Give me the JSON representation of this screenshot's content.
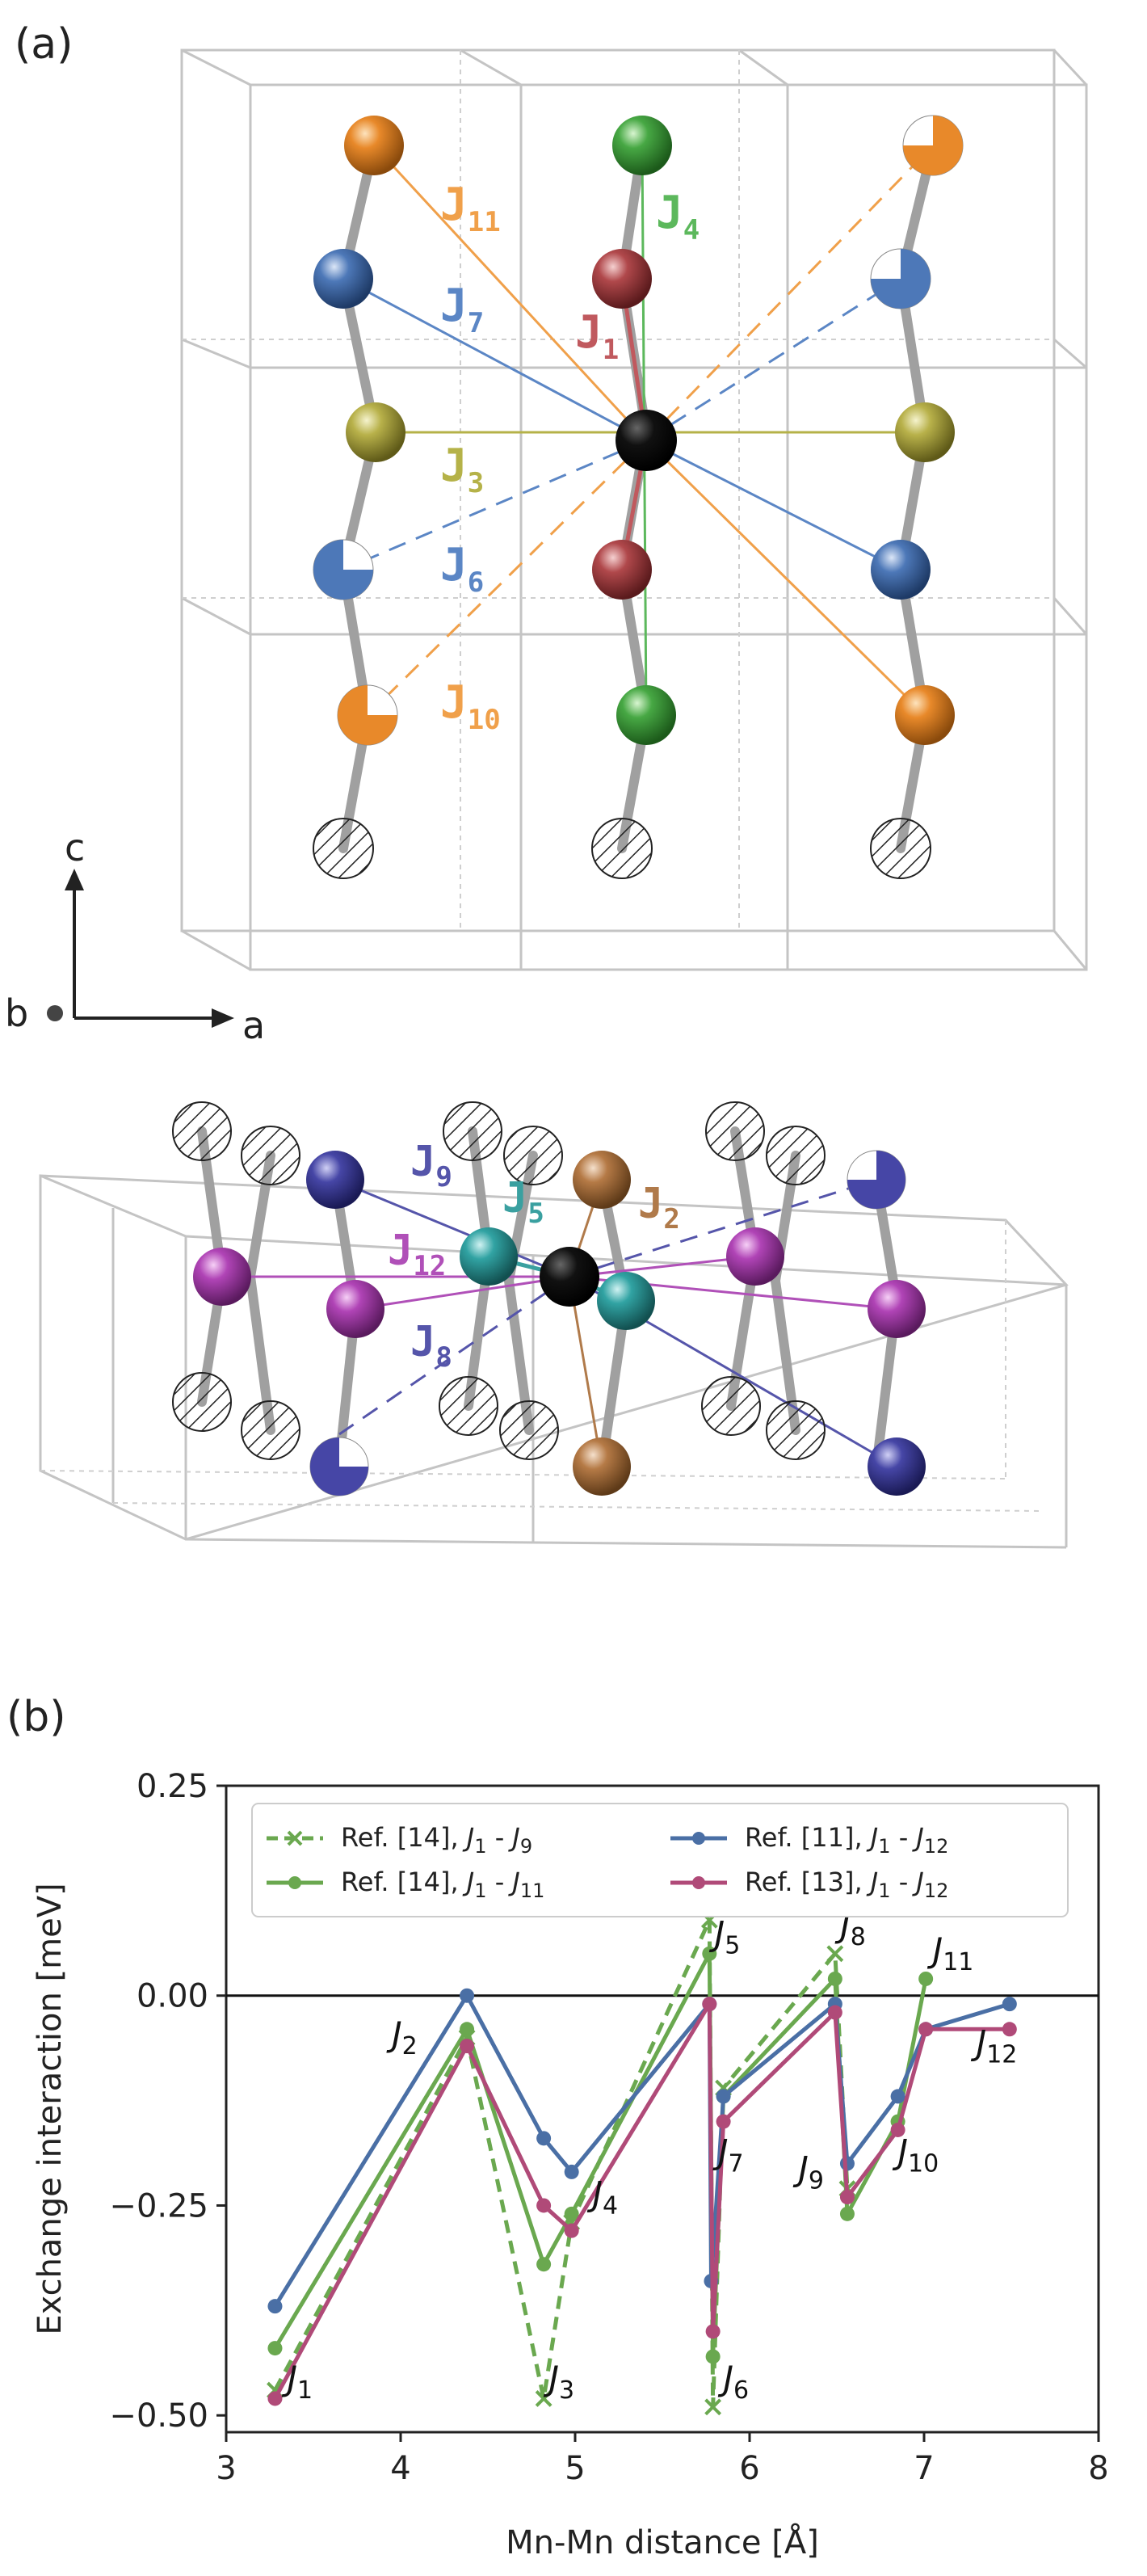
{
  "panel_a_label": "(a)",
  "panel_b_label": "(b)",
  "axes_labels": {
    "c": "c",
    "a": "a",
    "b": "b"
  },
  "crystal_top_labels": [
    {
      "name": "J",
      "sub": "11",
      "color": "#f0a04a"
    },
    {
      "name": "J",
      "sub": "4",
      "color": "#5cb85c"
    },
    {
      "name": "J",
      "sub": "7",
      "color": "#5b86c5"
    },
    {
      "name": "J",
      "sub": "1",
      "color": "#c0595e"
    },
    {
      "name": "J",
      "sub": "3",
      "color": "#b5b248"
    },
    {
      "name": "J",
      "sub": "6",
      "color": "#5b86c5"
    },
    {
      "name": "J",
      "sub": "10",
      "color": "#f0a04a"
    }
  ],
  "crystal_bottom_labels": [
    {
      "name": "J",
      "sub": "9",
      "color": "#5555aa"
    },
    {
      "name": "J",
      "sub": "5",
      "color": "#3aa0a0"
    },
    {
      "name": "J",
      "sub": "2",
      "color": "#b07a4a"
    },
    {
      "name": "J",
      "sub": "12",
      "color": "#b050b8"
    },
    {
      "name": "J",
      "sub": "8",
      "color": "#5555aa"
    }
  ],
  "chart_data": {
    "type": "line",
    "xlabel": "Mn-Mn distance [Å]",
    "ylabel": "Exchange interaction [meV]",
    "xlim": [
      3,
      8
    ],
    "ylim": [
      -0.52,
      0.25
    ],
    "xticks": [
      3,
      4,
      5,
      6,
      7,
      8
    ],
    "xtick_labels": [
      "3",
      "4",
      "5",
      "6",
      "7",
      "8"
    ],
    "yticks": [
      0.25,
      0.0,
      -0.25,
      -0.5
    ],
    "ytick_labels": [
      "0.25",
      "0.00",
      "−0.25",
      "−0.50"
    ],
    "legend_position": "top",
    "series": [
      {
        "name": "Ref. [14], J1 - J9",
        "legend_main": "Ref. [14], ",
        "legend_j1": "J",
        "legend_s1": "1",
        "legend_mid": " - ",
        "legend_j2": "J",
        "legend_s2": "9",
        "color": "#6aa84f",
        "dash": true,
        "marker": "x",
        "x": [
          3.28,
          4.38,
          4.82,
          4.98,
          5.77,
          5.79,
          5.85,
          6.49,
          6.56
        ],
        "y": [
          -0.47,
          -0.05,
          -0.48,
          -0.27,
          0.09,
          -0.49,
          -0.11,
          0.05,
          -0.23
        ]
      },
      {
        "name": "Ref. [14], J1 - J11",
        "legend_main": "Ref. [14], ",
        "legend_j1": "J",
        "legend_s1": "1",
        "legend_mid": " - ",
        "legend_j2": "J",
        "legend_s2": "11",
        "color": "#6aa84f",
        "dash": false,
        "marker": "o",
        "x": [
          3.28,
          4.38,
          4.82,
          4.98,
          5.77,
          5.79,
          5.85,
          6.49,
          6.56,
          6.85,
          7.01
        ],
        "y": [
          -0.42,
          -0.04,
          -0.32,
          -0.26,
          0.05,
          -0.43,
          -0.12,
          0.02,
          -0.26,
          -0.15,
          0.02
        ]
      },
      {
        "name": "Ref. [11], J1 - J12",
        "legend_main": "Ref. [11], ",
        "legend_j1": "J",
        "legend_s1": "1",
        "legend_mid": " - ",
        "legend_j2": "J",
        "legend_s2": "12",
        "color": "#4a6fa5",
        "dash": false,
        "marker": "o",
        "x": [
          3.28,
          4.38,
          4.82,
          4.98,
          5.77,
          5.78,
          5.85,
          6.49,
          6.56,
          6.85,
          7.01,
          7.49
        ],
        "y": [
          -0.37,
          0.0,
          -0.17,
          -0.21,
          -0.01,
          -0.34,
          -0.12,
          -0.01,
          -0.2,
          -0.12,
          -0.04,
          -0.01
        ]
      },
      {
        "name": "Ref. [13], J1 - J12",
        "legend_main": "Ref. [13], ",
        "legend_j1": "J",
        "legend_s1": "1",
        "legend_mid": " - ",
        "legend_j2": "J",
        "legend_s2": "12",
        "color": "#b04a78",
        "dash": false,
        "marker": "o",
        "x": [
          3.28,
          4.38,
          4.82,
          4.98,
          5.77,
          5.79,
          5.85,
          6.49,
          6.56,
          6.85,
          7.01,
          7.49
        ],
        "y": [
          -0.48,
          -0.06,
          -0.25,
          -0.28,
          -0.01,
          -0.4,
          -0.15,
          -0.02,
          -0.24,
          -0.16,
          -0.04,
          -0.04
        ]
      }
    ],
    "annotations": [
      {
        "j": "J",
        "sub": "1",
        "x": 3.35,
        "y": -0.47
      },
      {
        "j": "J",
        "sub": "2",
        "x": 3.95,
        "y": -0.06
      },
      {
        "j": "J",
        "sub": "3",
        "x": 4.85,
        "y": -0.47
      },
      {
        "j": "J",
        "sub": "4",
        "x": 5.1,
        "y": -0.25
      },
      {
        "j": "J",
        "sub": "5",
        "x": 5.8,
        "y": 0.06
      },
      {
        "j": "J",
        "sub": "6",
        "x": 5.85,
        "y": -0.47
      },
      {
        "j": "J",
        "sub": "7",
        "x": 5.82,
        "y": -0.2
      },
      {
        "j": "J",
        "sub": "8",
        "x": 6.52,
        "y": 0.07
      },
      {
        "j": "J",
        "sub": "9",
        "x": 6.28,
        "y": -0.22
      },
      {
        "j": "J",
        "sub": "10",
        "x": 6.85,
        "y": -0.2
      },
      {
        "j": "J",
        "sub": "11",
        "x": 7.05,
        "y": 0.04
      },
      {
        "j": "J",
        "sub": "12",
        "x": 7.3,
        "y": -0.07
      }
    ]
  }
}
